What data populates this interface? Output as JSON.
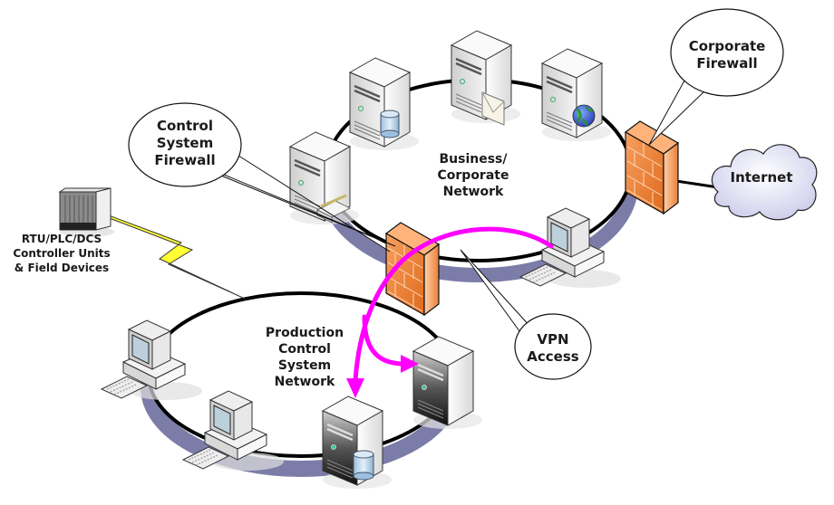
{
  "title": "Business / Corporate Network and Production Control System Network diagram",
  "networks": {
    "business": {
      "label_lines": [
        "Business/",
        "Corporate",
        "Network"
      ]
    },
    "production": {
      "label_lines": [
        "Production",
        "Control",
        "System",
        "Network"
      ]
    }
  },
  "callouts": {
    "control_system_firewall": {
      "lines": [
        "Control",
        "System",
        "Firewall"
      ]
    },
    "corporate_firewall": {
      "lines": [
        "Corporate",
        "Firewall"
      ]
    },
    "vpn_access": {
      "lines": [
        "VPN",
        "Access"
      ]
    }
  },
  "internet": {
    "label": "Internet"
  },
  "field_devices": {
    "lines": [
      "RTU/PLC/DCS",
      "Controller Units",
      "& Field Devices"
    ]
  },
  "nodes": [
    {
      "id": "business-db-server",
      "type": "server",
      "badge": "database-icon",
      "network": "business"
    },
    {
      "id": "business-mail-server",
      "type": "server",
      "badge": "envelope-icon",
      "network": "business"
    },
    {
      "id": "business-web-server",
      "type": "server",
      "badge": "globe-icon",
      "network": "business"
    },
    {
      "id": "business-file-server",
      "type": "server",
      "badge": "document-icon",
      "network": "business"
    },
    {
      "id": "business-workstation",
      "type": "workstation",
      "network": "business"
    },
    {
      "id": "corporate-firewall",
      "type": "firewall",
      "network": "business"
    },
    {
      "id": "control-system-firewall",
      "type": "firewall",
      "network": "both"
    },
    {
      "id": "production-server",
      "type": "server",
      "network": "production"
    },
    {
      "id": "production-db-server",
      "type": "server",
      "badge": "database-icon",
      "network": "production"
    },
    {
      "id": "production-workstation-1",
      "type": "workstation",
      "network": "production"
    },
    {
      "id": "production-workstation-2",
      "type": "workstation",
      "network": "production"
    },
    {
      "id": "rtu-plc-dcs",
      "type": "controller-rack",
      "network": "wireless"
    }
  ],
  "colors": {
    "ring": "#000000",
    "ring_shadow": "#6e6e9e",
    "vpn_arrow": "#ff00ff",
    "firewall": "#f08a3c",
    "lightning": "#ffff33",
    "cloud": "#d8d8f0"
  }
}
